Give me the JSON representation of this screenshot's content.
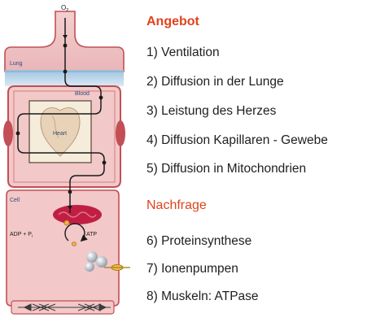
{
  "diagram": {
    "oxygen_label": "O",
    "oxygen_subscript": "2",
    "lung_label": "Lung",
    "blood_label": "Blood",
    "heart_label": "Heart",
    "cell_label": "Cell",
    "adp_label": "ADP + P",
    "adp_subscript": "i",
    "atp_label": "ATP"
  },
  "panel": {
    "supply_heading": "Angebot",
    "supply_items": [
      "1) Ventilation",
      "2) Diffusion in der Lunge",
      "3) Leistung des Herzes",
      "4) Diffusion Kapillaren - Gewebe",
      "5) Diffusion in Mitochondrien"
    ],
    "demand_heading": "Nachfrage",
    "demand_items": [
      "6) Proteinsynthese",
      "7) Ionenpumpen",
      "8) Muskeln: ATPase"
    ]
  },
  "colors": {
    "heading_accent": "#e0431c",
    "organ_fill": "#f2c8c8",
    "organ_stroke": "#c24f55",
    "lung_band": "#bcd6ea",
    "mitochondrion": "#c01f43"
  }
}
